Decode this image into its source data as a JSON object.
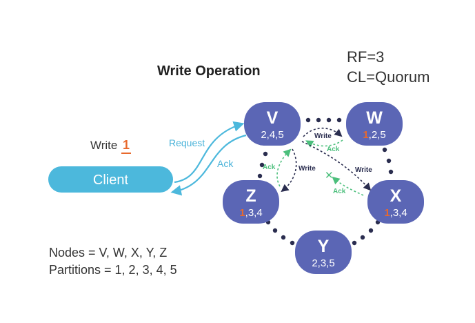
{
  "title": "Write Operation",
  "config": {
    "rf": "RF=3",
    "cl": "CL=Quorum"
  },
  "client": {
    "label": "Client",
    "write_label": "Write",
    "write_value": "1",
    "request_label": "Request",
    "ack_label": "Ack"
  },
  "nodes": {
    "v": {
      "letter": "V",
      "first": "2,4,5",
      "rest": ""
    },
    "w": {
      "letter": "W",
      "first": "1",
      "rest": ",2,5"
    },
    "x": {
      "letter": "X",
      "first": "1",
      "rest": ",3,4"
    },
    "y": {
      "letter": "Y",
      "first": "2,3,5",
      "rest": ""
    },
    "z": {
      "letter": "Z",
      "first": "1",
      "rest": ",3,4"
    }
  },
  "links": {
    "vw_write": "Write",
    "vw_ack": "Ack",
    "vz_write": "Write",
    "vz_ack": "Ack",
    "vx_write": "Write",
    "vx_ack": "Ack",
    "failed_mark": "✕"
  },
  "legend": {
    "nodes": "Nodes = V, W, X, Y, Z",
    "partitions": "Partitions = 1, 2, 3, 4, 5"
  },
  "colors": {
    "node": "#5b66b5",
    "client": "#4cb8dc",
    "accent": "#e8692d",
    "ack": "#4cbf7c",
    "write_arrow": "#2a2d4f",
    "ring_dot": "#2a2d4f"
  }
}
